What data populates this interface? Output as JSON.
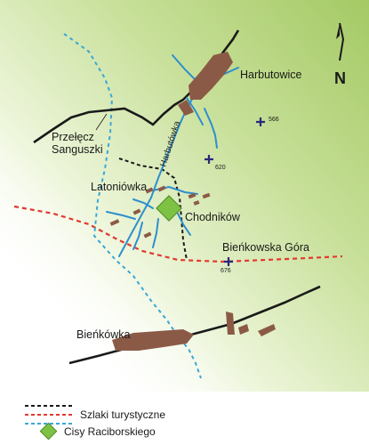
{
  "places": {
    "harbutowice": "Harbutowice",
    "przelecz_line1": "Przełęcz",
    "przelecz_line2": "Sanguszki",
    "latoniowka": "Latoniówka",
    "chodnikow": "Chodników",
    "bienkowska_gora": "Bieńkowska Góra",
    "bienkowka": "Bieńkówka"
  },
  "river": "Harbutówka",
  "peaks": [
    {
      "label": "566"
    },
    {
      "label": "620"
    },
    {
      "label": "676"
    }
  ],
  "north_arrow": {
    "letter": "N"
  },
  "legend": {
    "trails": "Szlaki turystyczne",
    "yew": "Cisy Raciborskiego"
  },
  "colors": {
    "river": "#2e8fce",
    "settlement": "#8b5a46",
    "road": "#1a1a1a",
    "trail_red": "#e03a2f",
    "trail_black": "#1a1a1a",
    "trail_blue": "#3aa7d8",
    "peak": "#2a2a7a",
    "yew_site": "#7dc242",
    "terrain": "#a8cc68"
  }
}
